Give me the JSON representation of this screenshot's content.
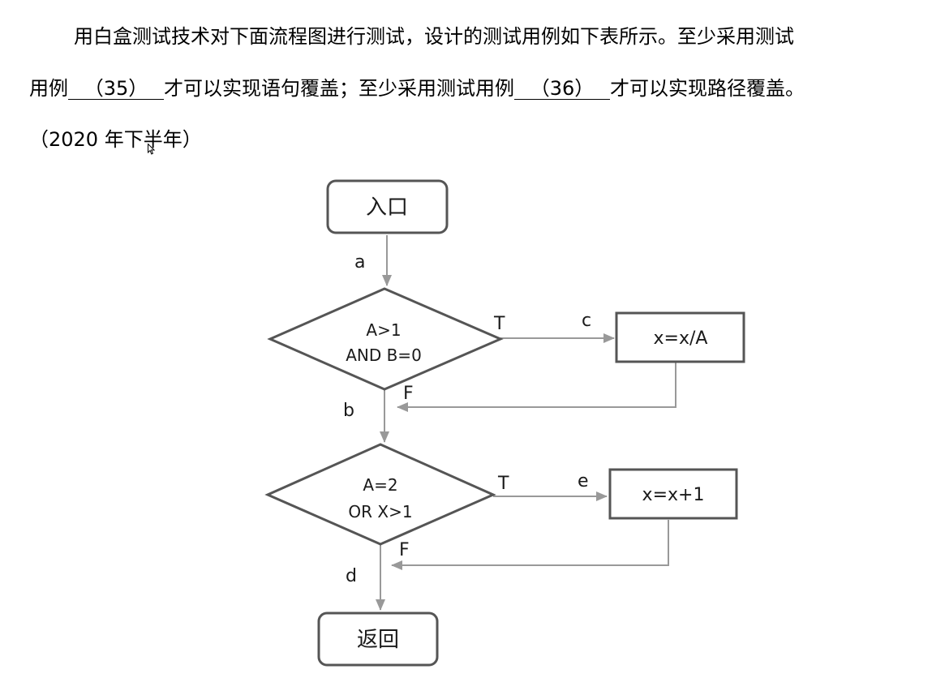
{
  "question": {
    "line1": "用白盒测试技术对下面流程图进行测试，设计的测试用例如下表所示。至少采用测试",
    "line2_prefix": "用例",
    "blank35": "（35）",
    "line2_middle": "才可以实现语句覆盖；至少采用测试用例",
    "blank36": "（36）",
    "line2_suffix": "才可以实现路径覆盖。",
    "line3": "（2020 年下半年）"
  },
  "flowchart": {
    "entry_label": "入口",
    "return_label": "返回",
    "decision1_line1": "A>1",
    "decision1_line2": "AND B=0",
    "decision2_line1": "A=2",
    "decision2_line2": "OR X>1",
    "process1_label": "x=x/A",
    "process2_label": "x=x+1",
    "edge_a": "a",
    "edge_b": "b",
    "edge_c": "c",
    "edge_d": "d",
    "edge_e": "e",
    "d1_true": "T",
    "d1_false": "F",
    "d2_true": "T",
    "d2_false": "F"
  },
  "colors": {
    "box_border": "#555555",
    "connector": "#999999",
    "text": "#1a1a1a"
  }
}
